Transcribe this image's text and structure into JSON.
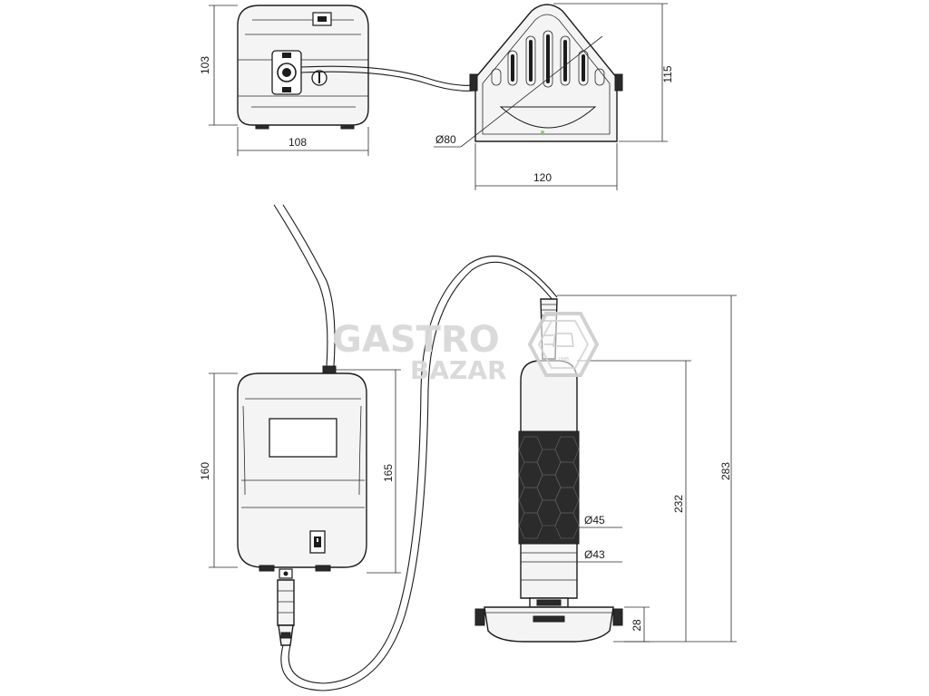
{
  "dimensions": {
    "top_box_height": "103",
    "top_box_width": "108",
    "pedal_height": "115",
    "pedal_diameter": "Ø80",
    "pedal_width": "120",
    "controller_height_left": "160",
    "controller_height_right": "165",
    "handle_total_height": "283",
    "handle_body_height": "232",
    "grip_diameter": "Ø45",
    "body_diameter": "Ø43",
    "base_height": "28"
  },
  "watermark": {
    "line1": "GASTRO",
    "line2": "BAZAR",
    "logo_text": "1995"
  },
  "colors": {
    "line": "#1c1c1c",
    "watermark": "#d9d9d9",
    "accent_dot": "#8bd36f"
  },
  "icons": {
    "switch": "power-switch-icon",
    "connector": "connector-icon",
    "logo": "hexagon-logo-icon"
  }
}
